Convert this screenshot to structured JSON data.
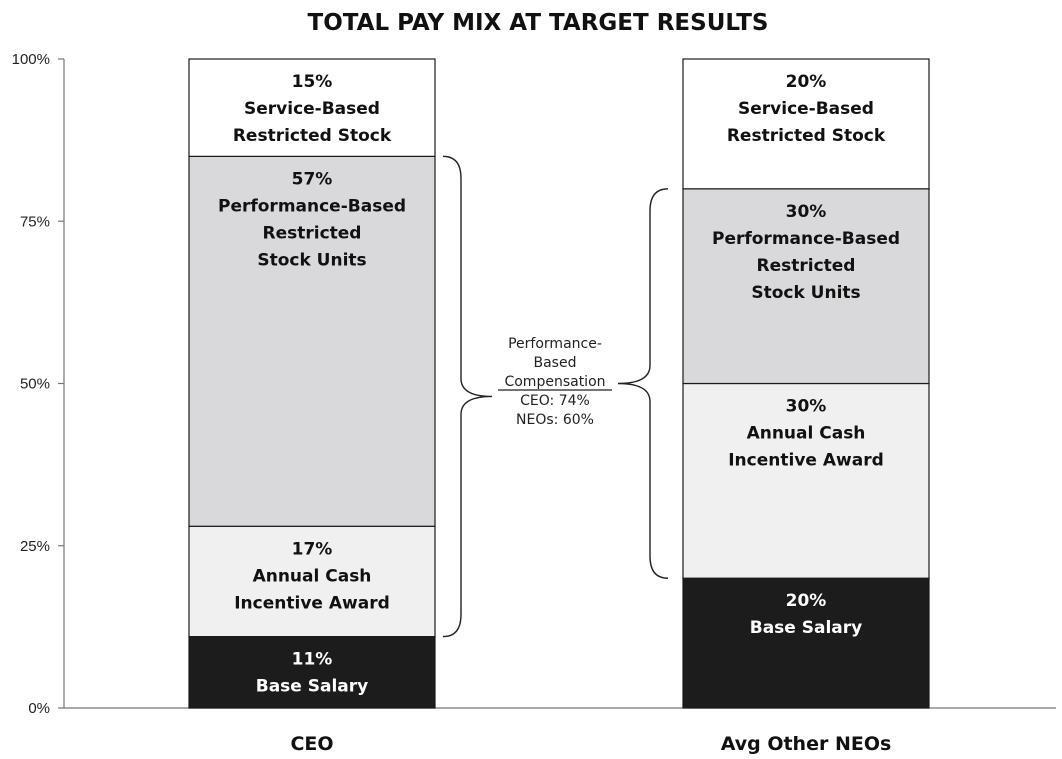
{
  "chart_data": {
    "type": "bar",
    "stacked": true,
    "title": "TOTAL PAY MIX AT TARGET RESULTS",
    "categories": [
      "CEO",
      "Avg Other NEOs"
    ],
    "ylim": [
      0,
      100
    ],
    "ytick_labels": [
      "0%",
      "25%",
      "50%",
      "75%",
      "100%"
    ],
    "ytick_values": [
      0,
      25,
      50,
      75,
      100
    ],
    "grid": false,
    "series": [
      {
        "name": "Base Salary",
        "color": "#1c1c1c",
        "text_color": "#ffffff",
        "values": [
          11,
          20
        ],
        "labels": [
          "11%",
          "20%"
        ]
      },
      {
        "name": "Annual Cash Incentive Award",
        "color": "#f0f0f0",
        "text_color": "#111111",
        "values": [
          17,
          30
        ],
        "labels": [
          "17%",
          "30%"
        ]
      },
      {
        "name": "Performance-Based Restricted Stock Units",
        "color": "#d9d9db",
        "text_color": "#111111",
        "values": [
          57,
          30
        ],
        "labels": [
          "57%",
          "30%"
        ]
      },
      {
        "name": "Service-Based Restricted Stock",
        "color": "#ffffff",
        "text_color": "#111111",
        "values": [
          15,
          20
        ],
        "labels": [
          "15%",
          "20%"
        ]
      }
    ],
    "segment_text": [
      [
        [
          "11%",
          "Base Salary"
        ],
        [
          "20%",
          "Base Salary"
        ]
      ],
      [
        [
          "17%",
          "Annual Cash",
          "Incentive Award"
        ],
        [
          "30%",
          "Annual Cash",
          "Incentive Award"
        ]
      ],
      [
        [
          "57%",
          "Performance-Based",
          "Restricted",
          "Stock Units"
        ],
        [
          "30%",
          "Performance-Based",
          "Restricted",
          "Stock Units"
        ]
      ],
      [
        [
          "15%",
          "Service-Based",
          "Restricted Stock"
        ],
        [
          "20%",
          "Service-Based",
          "Restricted Stock"
        ]
      ]
    ],
    "annotation": {
      "lines": [
        "Performance-",
        "Based",
        "Compensation",
        "CEO: 74%",
        "NEOs: 60%"
      ],
      "underlined_line": 2,
      "brackets": [
        {
          "category": "CEO",
          "from": 11,
          "to": 85
        },
        {
          "category": "Avg Other NEOs",
          "from": 20,
          "to": 80
        }
      ]
    }
  }
}
